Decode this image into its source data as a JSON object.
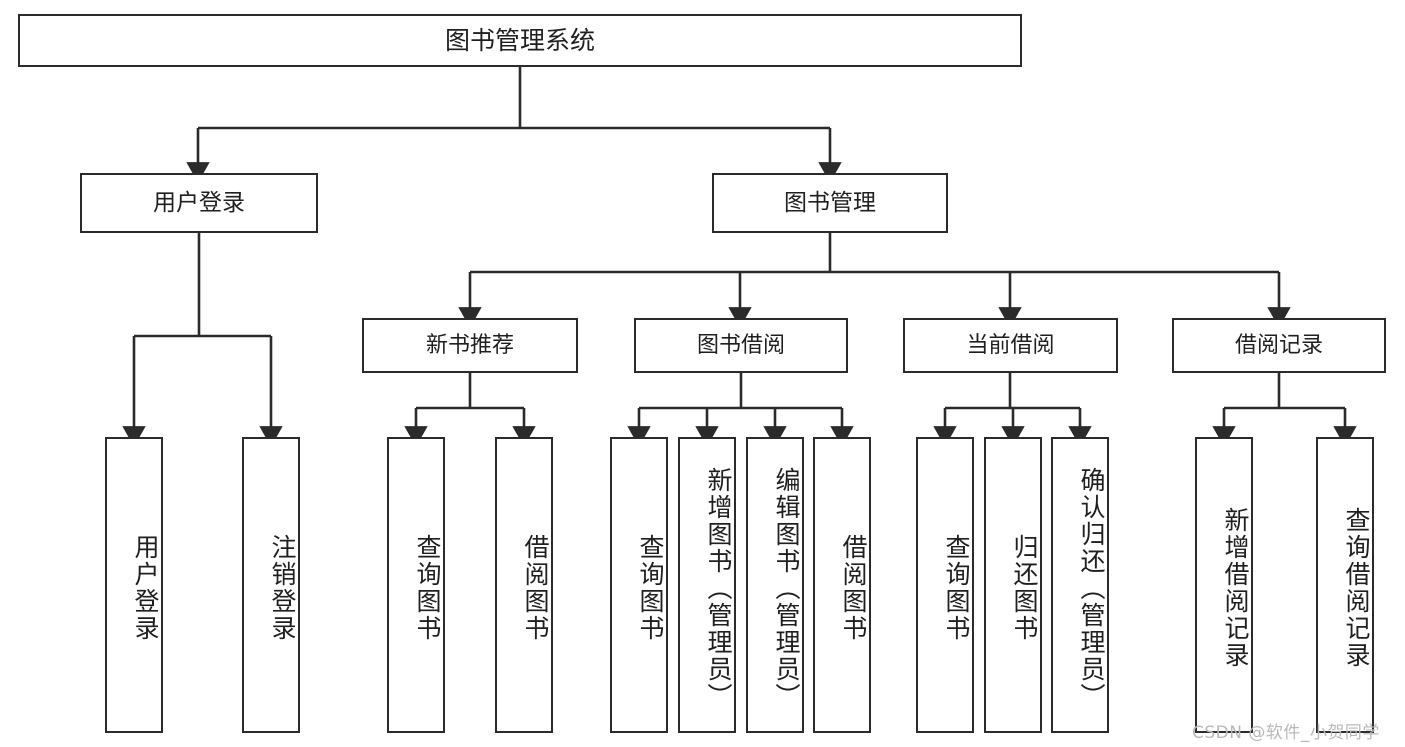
{
  "diagram": {
    "title": "图书管理系统",
    "type": "tree-hierarchy-diagram",
    "colors": {
      "background": "#ffffff",
      "box_border": "#2b2b2b",
      "box_fill": "#ffffff",
      "connector": "#2b2b2b",
      "text": "#1f1f1f",
      "watermark": "#b9b9b9"
    },
    "root": {
      "label": "图书管理系统"
    },
    "level1": [
      {
        "label": "用户登录"
      },
      {
        "label": "图书管理"
      }
    ],
    "level2": [
      {
        "label": "新书推荐"
      },
      {
        "label": "图书借阅"
      },
      {
        "label": "当前借阅"
      },
      {
        "label": "借阅记录"
      }
    ],
    "leaves": {
      "user_login": [
        {
          "label": "用户登录"
        },
        {
          "label": "注销登录"
        }
      ],
      "new_book_recommend": [
        {
          "label": "查询图书"
        },
        {
          "label": "借阅图书"
        }
      ],
      "book_borrow": [
        {
          "label": "查询图书"
        },
        {
          "label": "新增图书（管理员）"
        },
        {
          "label": "编辑图书（管理员）"
        },
        {
          "label": "借阅图书"
        }
      ],
      "current_borrow": [
        {
          "label": "查询图书"
        },
        {
          "label": "归还图书"
        },
        {
          "label": "确认归还（管理员）"
        }
      ],
      "borrow_record": [
        {
          "label": "新增借阅记录"
        },
        {
          "label": "查询借阅记录"
        }
      ]
    }
  },
  "watermark": {
    "text": "CSDN @软件_小贺同学"
  }
}
